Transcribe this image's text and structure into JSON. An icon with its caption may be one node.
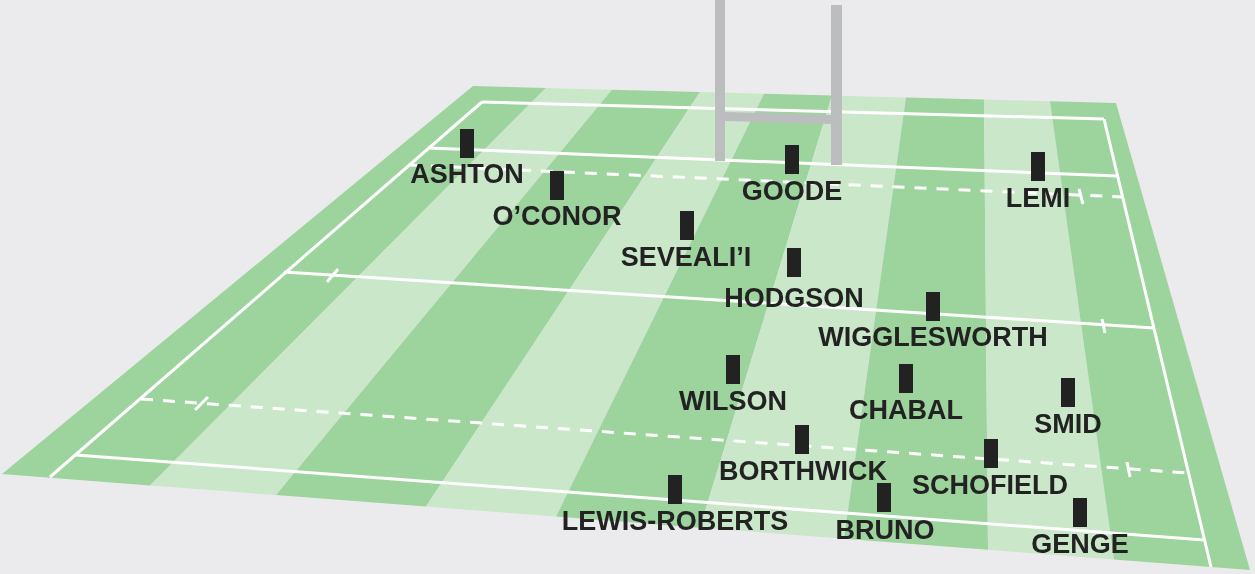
{
  "diagram": {
    "labels": [
      "ASHTON",
      "GOODE",
      "LEMI",
      "O’CONOR",
      "SEVEALI’I",
      "HODGSON",
      "WIGGLESWORTH",
      "WILSON",
      "CHABAL",
      "SMID",
      "BORTHWICK",
      "SCHOFIELD",
      "LEWIS-ROBERTS",
      "BRUNO",
      "GENGE"
    ]
  }
}
